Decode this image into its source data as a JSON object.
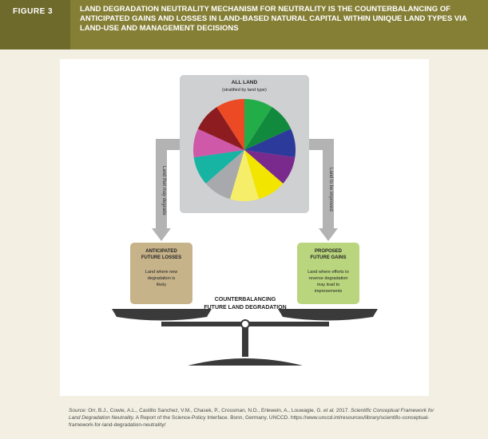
{
  "header": {
    "figure_label": "FIGURE 3",
    "title": "LAND DEGRADATION NEUTRALITY MECHANISM FOR NEUTRALITY IS THE COUNTERBALANCING OF ANTICIPATED GAINS AND LOSSES IN LAND-BASED NATURAL CAPITAL WITHIN UNIQUE LAND TYPES VIA LAND-USE AND MANAGEMENT DECISIONS"
  },
  "colors": {
    "header_bg": "#857f36",
    "label_bg": "#6e6a2c",
    "page_bg": "#f3f0e3",
    "loss_box": "#c7b38a",
    "gain_box": "#b9d67e",
    "grey_box": "#cfd0d2",
    "arrow": "#b3b3b3",
    "scale": "#3a3a3a"
  },
  "diagram": {
    "all_land": {
      "title": "ALL LAND",
      "subtitle": "(stratified by land type)"
    },
    "pie_slice_colors": [
      "#23ad49",
      "#128a3e",
      "#2b3a9b",
      "#7a2a8c",
      "#f2e500",
      "#f6ee68",
      "#a8a9ad",
      "#17b3a3",
      "#cf58a8",
      "#8c1c20",
      "#ec4a25"
    ],
    "left_arrow_label": "Land that may degrade",
    "right_arrow_label": "Land to be improved",
    "losses": {
      "title_line1": "ANTICIPATED",
      "title_line2": "FUTURE LOSSES",
      "text_line1": "Land where new",
      "text_line2": "degradation is",
      "text_line3": "likely"
    },
    "gains": {
      "title_line1": "PROPOSED",
      "title_line2": "FUTURE GAINS",
      "text_line1": "Land where efforts to",
      "text_line2": "reverse degradation",
      "text_line3": "may lead to",
      "text_line4": "improvements"
    },
    "scale_label_line1": "COUNTERBALANCING",
    "scale_label_line2": "FUTURE LAND DEGRADATION"
  },
  "source": {
    "prefix": "Source:",
    "authors": " Orr, B.J., Cowie, A.L., Castillo Sanchez, V.M., Chasek, P., Crossman, N.D., Erlewein, A., Louwagie, G. ",
    "etal": "et al.",
    "year": " 2017. ",
    "title": "Scientific Conceptual Framework for Land Degradation Neutrality.",
    "rest": " A Report of the Science-Policy Interface. Bonn, Germany, UNCCD. https://www.unccd.int/resources/library/scientific-conceptual-framework-for-land-degradation-neutrality/"
  }
}
